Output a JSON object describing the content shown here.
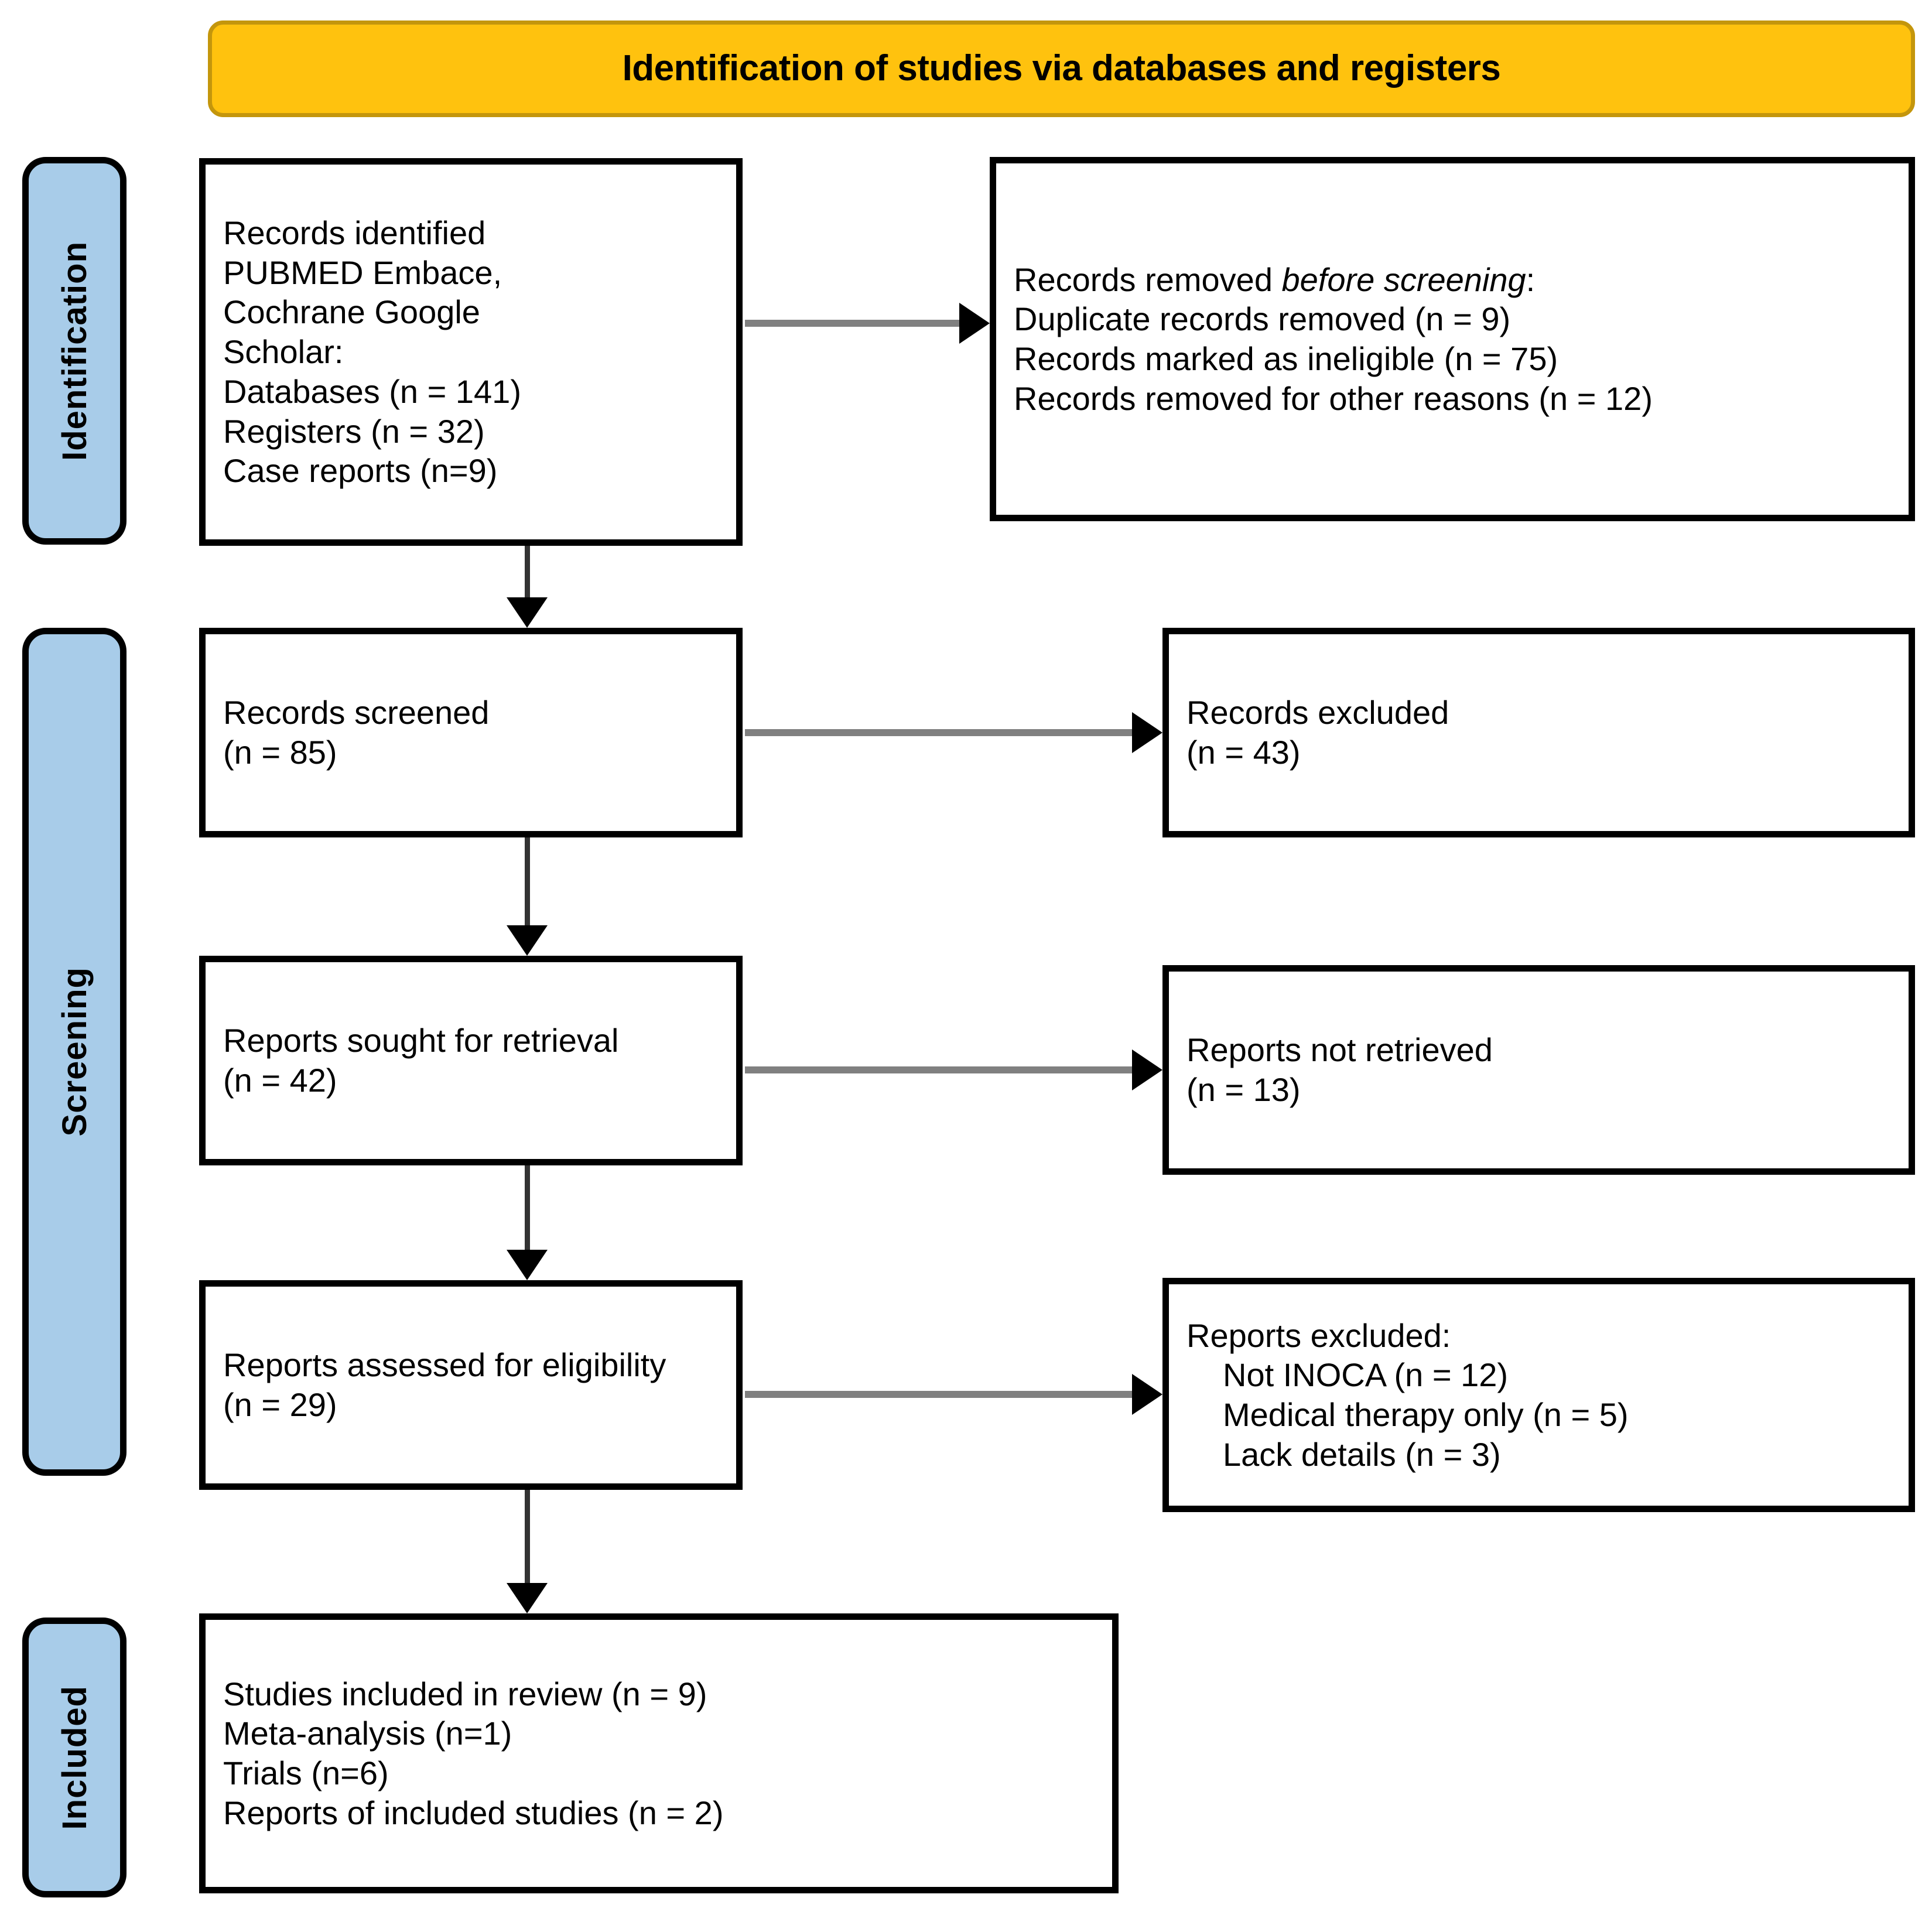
{
  "header": {
    "title": "Identification of studies via databases and registers",
    "banner_color": "#FFC20E",
    "banner_border_color": "#C4960C"
  },
  "stages": {
    "identification": "Identification",
    "screening": "Screening",
    "included": "Included",
    "tab_color": "#A8CCE9"
  },
  "boxes": {
    "identified": {
      "lines": [
        "Records identified",
        "PUBMED Embace,",
        "Cochrane Google",
        "Scholar:",
        "Databases (n = 141)",
        "Registers (n = 32)",
        "Case reports (n=9)"
      ]
    },
    "removed": {
      "heading_prefix": "Records removed ",
      "heading_italic": "before screening",
      "heading_suffix": ":",
      "lines": [
        "Duplicate records removed (n = 9)",
        "Records marked as ineligible (n = 75)",
        "Records removed for other reasons (n = 12)"
      ]
    },
    "screened": {
      "lines": [
        "Records screened",
        "(n = 85)"
      ]
    },
    "excluded_records": {
      "lines": [
        "Records excluded",
        "(n = 43)"
      ]
    },
    "sought": {
      "lines": [
        "Reports sought for retrieval",
        "(n = 42)"
      ]
    },
    "not_retrieved": {
      "lines": [
        "Reports not retrieved",
        "(n = 13)"
      ]
    },
    "assessed": {
      "lines": [
        "Reports assessed for eligibility",
        "(n = 29)"
      ]
    },
    "excluded_reports": {
      "heading": "Reports excluded:",
      "items": [
        "Not INOCA (n = 12)",
        "Medical therapy only (n = 5)",
        "Lack details (n = 3)"
      ]
    },
    "included": {
      "lines": [
        "Studies included in review (n = 9)",
        "Meta-analysis (n=1)",
        "Trials (n=6)",
        "Reports of included studies (n = 2)"
      ]
    }
  },
  "chart_data": {
    "type": "diagram",
    "title": "Identification of studies via databases and registers",
    "diagram_kind": "PRISMA flow diagram",
    "stages": [
      "Identification",
      "Screening",
      "Included"
    ],
    "nodes": [
      {
        "id": "identified",
        "stage": "Identification",
        "column": "left",
        "counts": {
          "databases": 141,
          "registers": 32,
          "case_reports": 9
        }
      },
      {
        "id": "removed_before_screening",
        "stage": "Identification",
        "column": "right",
        "counts": {
          "duplicate_records_removed": 9,
          "marked_ineligible": 75,
          "removed_other_reasons": 12
        }
      },
      {
        "id": "records_screened",
        "stage": "Screening",
        "column": "left",
        "counts": {
          "n": 85
        }
      },
      {
        "id": "records_excluded",
        "stage": "Screening",
        "column": "right",
        "counts": {
          "n": 43
        }
      },
      {
        "id": "reports_sought",
        "stage": "Screening",
        "column": "left",
        "counts": {
          "n": 42
        }
      },
      {
        "id": "reports_not_retrieved",
        "stage": "Screening",
        "column": "right",
        "counts": {
          "n": 13
        }
      },
      {
        "id": "reports_assessed",
        "stage": "Screening",
        "column": "left",
        "counts": {
          "n": 29
        }
      },
      {
        "id": "reports_excluded",
        "stage": "Screening",
        "column": "right",
        "counts": {
          "not_inoca": 12,
          "medical_therapy_only": 5,
          "lack_details": 3
        }
      },
      {
        "id": "studies_included",
        "stage": "Included",
        "column": "left",
        "counts": {
          "studies_in_review": 9,
          "meta_analysis": 1,
          "trials": 6,
          "reports_of_included_studies": 2
        }
      }
    ],
    "edges": [
      {
        "from": "identified",
        "to": "removed_before_screening",
        "direction": "horizontal"
      },
      {
        "from": "identified",
        "to": "records_screened",
        "direction": "vertical"
      },
      {
        "from": "records_screened",
        "to": "records_excluded",
        "direction": "horizontal"
      },
      {
        "from": "records_screened",
        "to": "reports_sought",
        "direction": "vertical"
      },
      {
        "from": "reports_sought",
        "to": "reports_not_retrieved",
        "direction": "horizontal"
      },
      {
        "from": "reports_sought",
        "to": "reports_assessed",
        "direction": "vertical"
      },
      {
        "from": "reports_assessed",
        "to": "reports_excluded",
        "direction": "horizontal"
      },
      {
        "from": "reports_assessed",
        "to": "studies_included",
        "direction": "vertical"
      }
    ]
  }
}
